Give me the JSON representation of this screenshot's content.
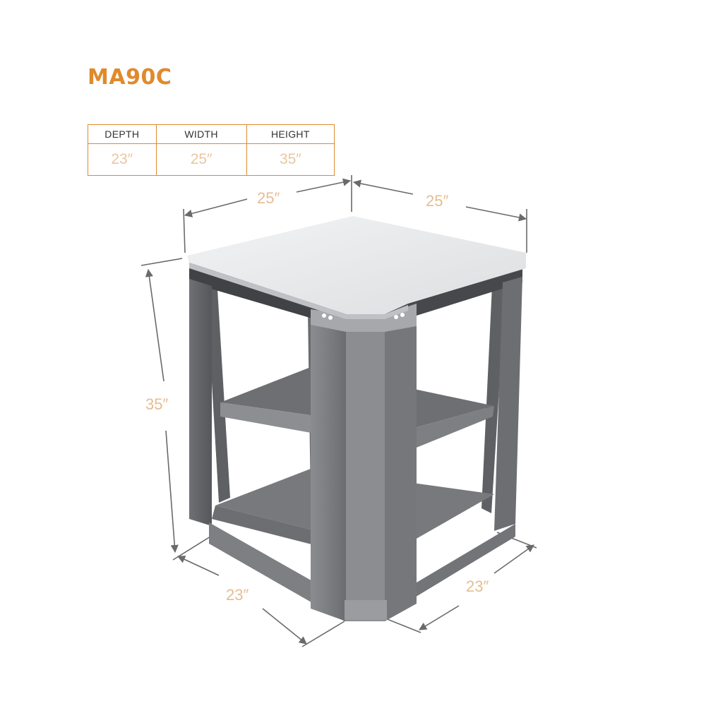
{
  "product": {
    "model": "MA90C"
  },
  "spec_table": {
    "headers": [
      "DEPTH",
      "WIDTH",
      "HEIGHT"
    ],
    "values": [
      "23″",
      "25″",
      "35″"
    ]
  },
  "dimensions": {
    "top_left_width": "25″",
    "top_right_width": "25″",
    "height": "35″",
    "bottom_left_depth": "23″",
    "bottom_right_depth": "23″"
  },
  "colors": {
    "accent": "#e08a2c",
    "dimension_text": "#e6bd92",
    "cabinet_frame": "#6f7174",
    "countertop": "#e8e9eb"
  }
}
